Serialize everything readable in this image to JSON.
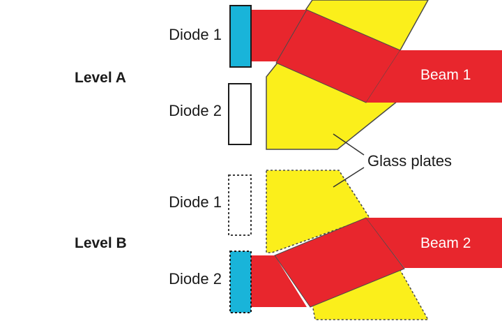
{
  "levels": {
    "a": {
      "label": "Level A",
      "diode_top": "Diode 1",
      "diode_bottom": "Diode 2",
      "beam": "Beam 1",
      "active": "diode_top"
    },
    "b": {
      "label": "Level B",
      "diode_top": "Diode 1",
      "diode_bottom": "Diode 2",
      "beam": "Beam 2",
      "active": "diode_bottom"
    }
  },
  "callout": "Glass plates",
  "colors": {
    "beam": "#e8262d",
    "glass": "#fbef1b",
    "diode_active": "#19b4d9",
    "outline": "#4a4a4a"
  }
}
